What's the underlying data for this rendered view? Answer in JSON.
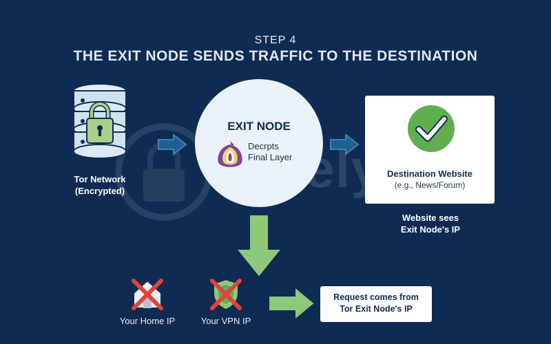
{
  "header": {
    "step": "STEP 4",
    "title": "THE EXIT NODE SENDS TRAFFIC TO THE DESTINATION"
  },
  "tor_network": {
    "label_line1": "Tor Network",
    "label_line2": "(Encrypted)",
    "icon": "server-lock-icon"
  },
  "exit_node": {
    "title": "EXIT NODE",
    "desc_line1": "Decrpts",
    "desc_line2": "Final Layer",
    "icon": "tor-onion-icon"
  },
  "destination": {
    "title": "Destination Website",
    "subtitle": "(e.g., News/Forum)",
    "icon": "checkmark-icon"
  },
  "website_sees": {
    "line1": "Website sees",
    "line2": "Exit Node's IP"
  },
  "home_ip": {
    "label": "Your Home IP",
    "icon": "house-crossed-icon"
  },
  "vpn_ip": {
    "label": "Your VPN IP",
    "icon": "shield-crossed-icon"
  },
  "request": {
    "line1": "Request comes from",
    "line2": "Tor Exit Node's IP"
  },
  "watermark": {
    "text": "Safelyo"
  },
  "colors": {
    "background": "#0f2b52",
    "arrow_green": "#8cc97a",
    "arrow_blue": "#2c6ea0",
    "check_green": "#5fae50",
    "cross_red": "#e0443d",
    "server_blue": "#cfe2f1",
    "lock_green": "#a9cf8b"
  }
}
